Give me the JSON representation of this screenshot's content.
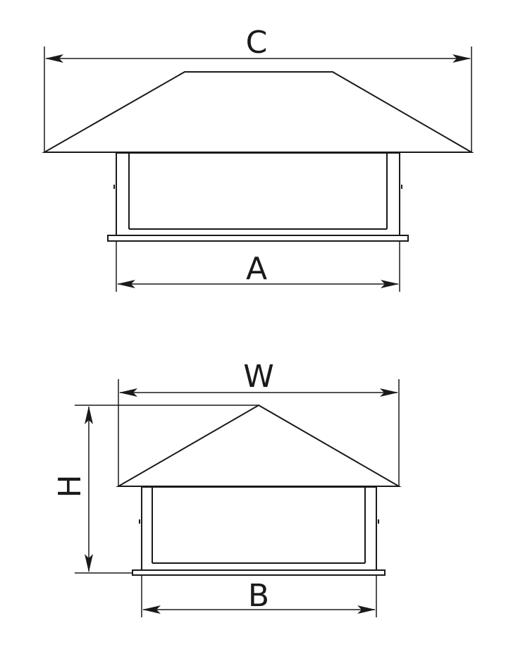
{
  "top_view": {
    "dimension_c": "C",
    "dimension_a": "A"
  },
  "side_view": {
    "dimension_w": "W",
    "dimension_h": "H",
    "dimension_b": "B"
  },
  "colors": {
    "line": "#1a1a1a",
    "background": "#ffffff"
  }
}
